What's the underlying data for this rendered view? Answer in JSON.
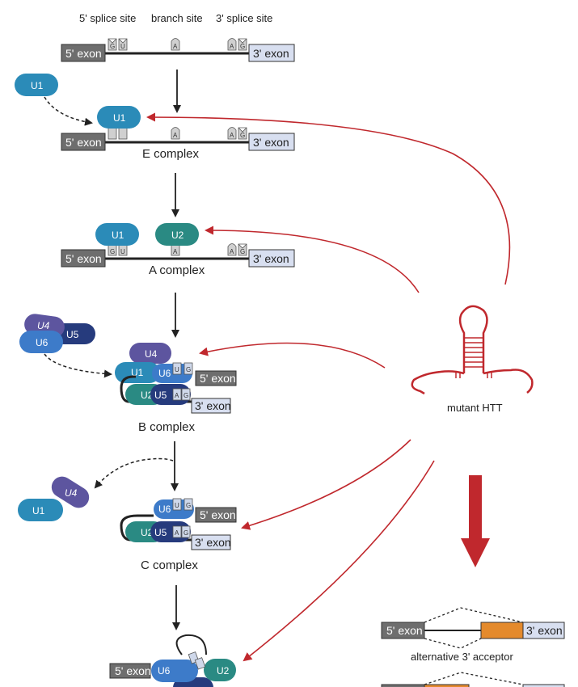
{
  "header": {
    "five_splice": "5' splice site",
    "branch": "branch site",
    "three_splice": "3' splice site"
  },
  "exons": {
    "five": "5' exon",
    "three": "3' exon"
  },
  "nt": {
    "g": "G",
    "u": "U",
    "a": "A"
  },
  "snrnp": {
    "u1": "U1",
    "u2": "U2",
    "u4": "U4",
    "u5": "U5",
    "u6": "U6"
  },
  "complexes": {
    "e": "E complex",
    "a": "A complex",
    "b": "B complex",
    "c": "C complex"
  },
  "htt_label": "mutant HTT",
  "alt_label": "alternative 3' acceptor",
  "colors": {
    "u1": "#2b8bb8",
    "u2": "#2a8a83",
    "u4": "#5d559f",
    "u5": "#263b7d",
    "u6": "#3d7bc9",
    "exon5": "#6e6e6e",
    "exon3": "#d8dff0",
    "htt": "#c0282d",
    "orange": "#e48a2c"
  }
}
